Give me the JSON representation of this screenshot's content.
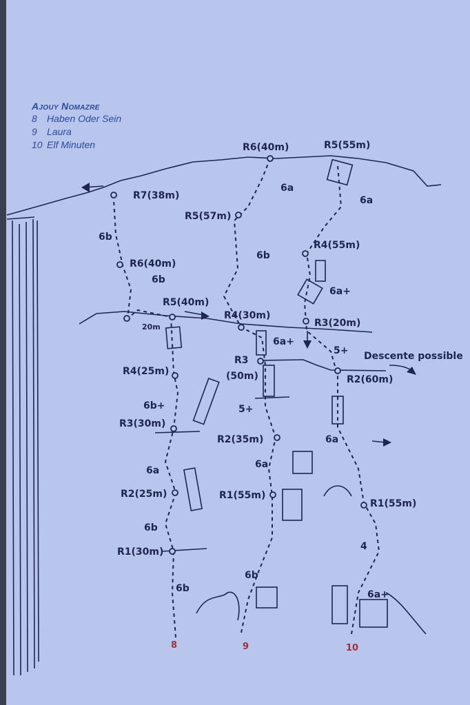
{
  "legend": {
    "title": "Ajouy Nomazre",
    "routes": [
      {
        "number": "8",
        "name": "Haben Oder Sein"
      },
      {
        "number": "9",
        "name": "Laura"
      },
      {
        "number": "10",
        "name": "Elf Minuten"
      }
    ]
  },
  "route8": {
    "number": "8",
    "labels": [
      "R7(38m)",
      "6b",
      "R6(40m)",
      "6b",
      "R5(40m)",
      "20m",
      "R4(25m)",
      "6b+",
      "R3(30m)",
      "6a",
      "R2(25m)",
      "6b",
      "R1(30m)",
      "6b"
    ]
  },
  "route9": {
    "number": "9",
    "labels": [
      "R6(40m)",
      "6a",
      "R5(57m)",
      "6b",
      "R4(30m)",
      "6a+",
      "R3",
      "(50m)",
      "5+",
      "R2(35m)",
      "6a",
      "R1(55m)",
      "6b"
    ]
  },
  "route10": {
    "number": "10",
    "labels": [
      "R5(55m)",
      "6a",
      "R4(55m)",
      "6a+",
      "R3(20m)",
      "5+",
      "R2(60m)",
      "6a",
      "R1(55m)",
      "4",
      "6a+"
    ]
  },
  "annotation": {
    "descent": "Descente possible"
  },
  "colors": {
    "background": "#b8c5ec",
    "ink": "#1e2650",
    "route_number": "#a0303a",
    "legend": "#2a4a9c"
  }
}
